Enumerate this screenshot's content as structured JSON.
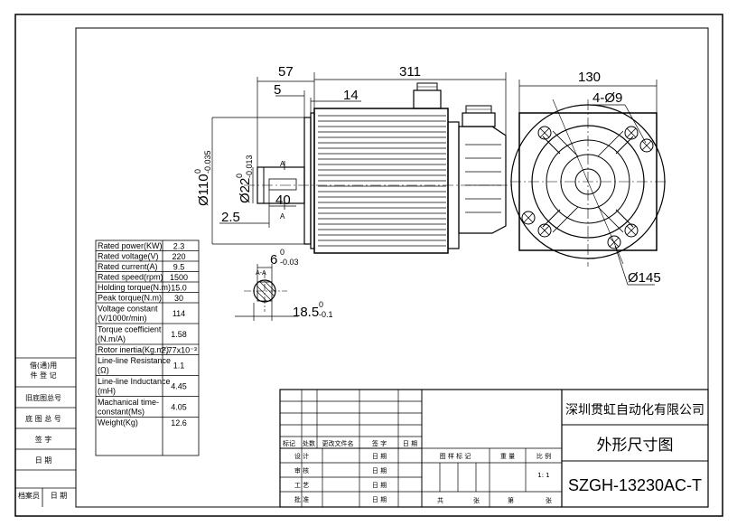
{
  "dimensions": {
    "d57": "57",
    "d311": "311",
    "d130": "130",
    "d5": "5",
    "d14": "14",
    "d4x9": "4-Ø9",
    "d40": "40",
    "d25": "2.5",
    "d110": "Ø110",
    "d110tol": "0",
    "d110tol2": "-0.035",
    "d22": "Ø22",
    "d22tol": "0",
    "d22tol2": "-0.013",
    "d6": "6",
    "d6tol": "0",
    "d6tol2": "-0.03",
    "d185": "18.5",
    "d185tol": "0",
    "d185tol2": "-0.1",
    "d145": "Ø145",
    "sectionA": "A",
    "sectionAA": "A-A"
  },
  "specs": [
    {
      "label": "Rated power(KW)",
      "value": "2.3"
    },
    {
      "label": "Rated voltage(V)",
      "value": "220"
    },
    {
      "label": "Rated current(A)",
      "value": "9.5"
    },
    {
      "label": "Rated speed(rpm)",
      "value": "1500"
    },
    {
      "label": "Holding torque(N.m)",
      "value": "15.0"
    },
    {
      "label": "Peak torque(N.m)",
      "value": "30"
    },
    {
      "label": "Voltage constant",
      "label2": "(V/1000r/min)",
      "value": "114"
    },
    {
      "label": "Torque coefficient",
      "label2": "(N.m/A)",
      "value": "1.58"
    },
    {
      "label": "Rotor inertia(Kg.m²)",
      "value": "2.77x10⁻³"
    },
    {
      "label": "Line-line Resistance",
      "label2": "(Ω)",
      "value": "1.1"
    },
    {
      "label": "Line-line Inductance",
      "label2": "(mH)",
      "value": "4.45"
    },
    {
      "label": "Machanical time-",
      "label2": "constant(Ms)",
      "value": "4.05"
    },
    {
      "label": "Weight(Kg)",
      "value": "12.6"
    }
  ],
  "side_labels": [
    "借(通)用",
    "件 登 记",
    "旧底图总号",
    "底 图 总 号",
    "签  字",
    "日  期",
    "档案员",
    "日 期"
  ],
  "title_block": {
    "company": "深圳贯虹自动化有限公司",
    "drawing_name": "外形尺寸图",
    "model": "SZGH-13230AC-T",
    "scale": "1: 1",
    "headers": [
      "标记",
      "处数",
      "更改文件名",
      "签 字",
      "日 期"
    ],
    "rows_left": [
      "设 计",
      "审 核",
      "工 艺",
      "批 准"
    ],
    "date_label": "日 期",
    "stage_label": "图 样 标 记",
    "weight_label": "重 量",
    "scale_label": "比 例",
    "total_label": "共",
    "sheet_unit": "张",
    "sheet_label": "第",
    "sheet_unit2": "张"
  }
}
